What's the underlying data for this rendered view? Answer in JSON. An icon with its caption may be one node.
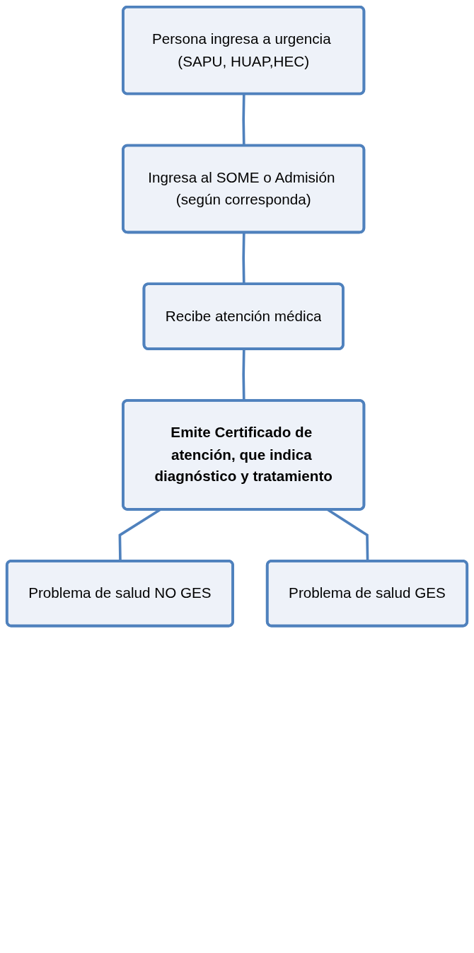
{
  "diagram": {
    "nodes": [
      {
        "text": [
          "Persona ingresa a urgencia (SAPU, HUAP,HEC)"
        ]
      },
      {
        "text": [
          "Ingresa al SOME o Admisión (según corresponda)"
        ]
      },
      {
        "text": [
          "Recibe atención médica"
        ]
      },
      {
        "text": [
          "Emite Certificado de atención, que indica diagnóstico y tratamiento"
        ]
      },
      {
        "text": [
          "Problema de salud NO GES"
        ]
      },
      {
        "text": [
          "Problema de salud GES"
        ]
      }
    ],
    "edges": [
      {
        "from": 0,
        "to": 1,
        "arrow": "none"
      },
      {
        "from": 1,
        "to": 2,
        "arrow": "none"
      },
      {
        "from": 2,
        "to": 3,
        "arrow": "none"
      },
      {
        "from": 3,
        "to": 4,
        "arrow": "none"
      },
      {
        "from": 3,
        "to": 5,
        "arrow": "none"
      }
    ]
  }
}
